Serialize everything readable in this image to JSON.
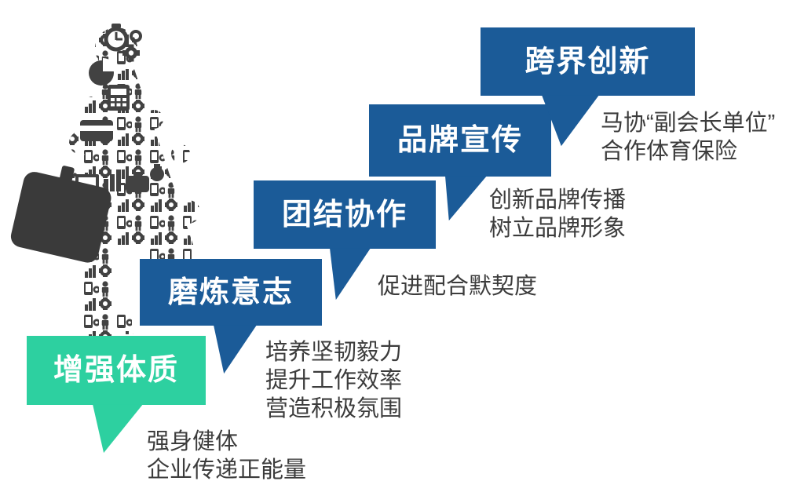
{
  "diagram": {
    "kind": "staircase of speech-bubble steps with benefits of corporate sports / marathon participation",
    "colors": {
      "step_green": "#2dd0a0",
      "step_blue": "#1b5b98",
      "title_text": "#ffffff",
      "description_text": "#3c3c3c",
      "figure_icons": "#424242",
      "briefcase": "#3a3a3a"
    },
    "steps": [
      {
        "title": "增强体质",
        "color": "green",
        "description": [
          "强身健体",
          "企业传递正能量"
        ]
      },
      {
        "title": "磨炼意志",
        "color": "blue",
        "description": [
          "培养坚韧毅力",
          "提升工作效率",
          "营造积极氛围"
        ]
      },
      {
        "title": "团结协作",
        "color": "blue",
        "description": [
          "促进配合默契度"
        ]
      },
      {
        "title": "品牌宣传",
        "color": "blue",
        "description": [
          "创新品牌传播",
          "树立品牌形象"
        ]
      },
      {
        "title": "跨界创新",
        "color": "blue",
        "description": [
          "马协“副会长单位”",
          "合作体育保险"
        ]
      }
    ],
    "figure": {
      "label": "walking businessperson silhouette composed of tiny business icons",
      "icon_names": [
        "clock-icon",
        "ring-icon",
        "gear-icon",
        "pie-chart-icon",
        "calculator-icon",
        "credit-card-icon",
        "monitor-icon",
        "bar-chart-icon",
        "briefcase-icon",
        "money-bag-icon",
        "person-icon",
        "phone-icon",
        "truck-icon"
      ]
    }
  }
}
